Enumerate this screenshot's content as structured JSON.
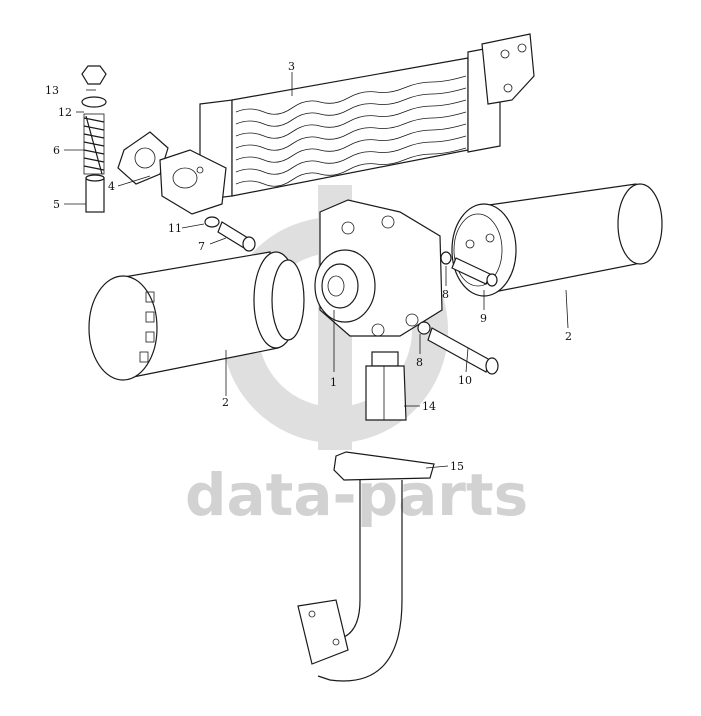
{
  "watermark": {
    "text": "data-parts",
    "color": "#d2d2d2"
  },
  "callouts": {
    "c1": "1",
    "c2a": "2",
    "c2b": "2",
    "c3": "3",
    "c4": "4",
    "c5": "5",
    "c6": "6",
    "c7": "7",
    "c8a": "8",
    "c8b": "8",
    "c9": "9",
    "c10": "10",
    "c11": "11",
    "c12": "12",
    "c13": "13",
    "c14": "14",
    "c15": "15"
  }
}
